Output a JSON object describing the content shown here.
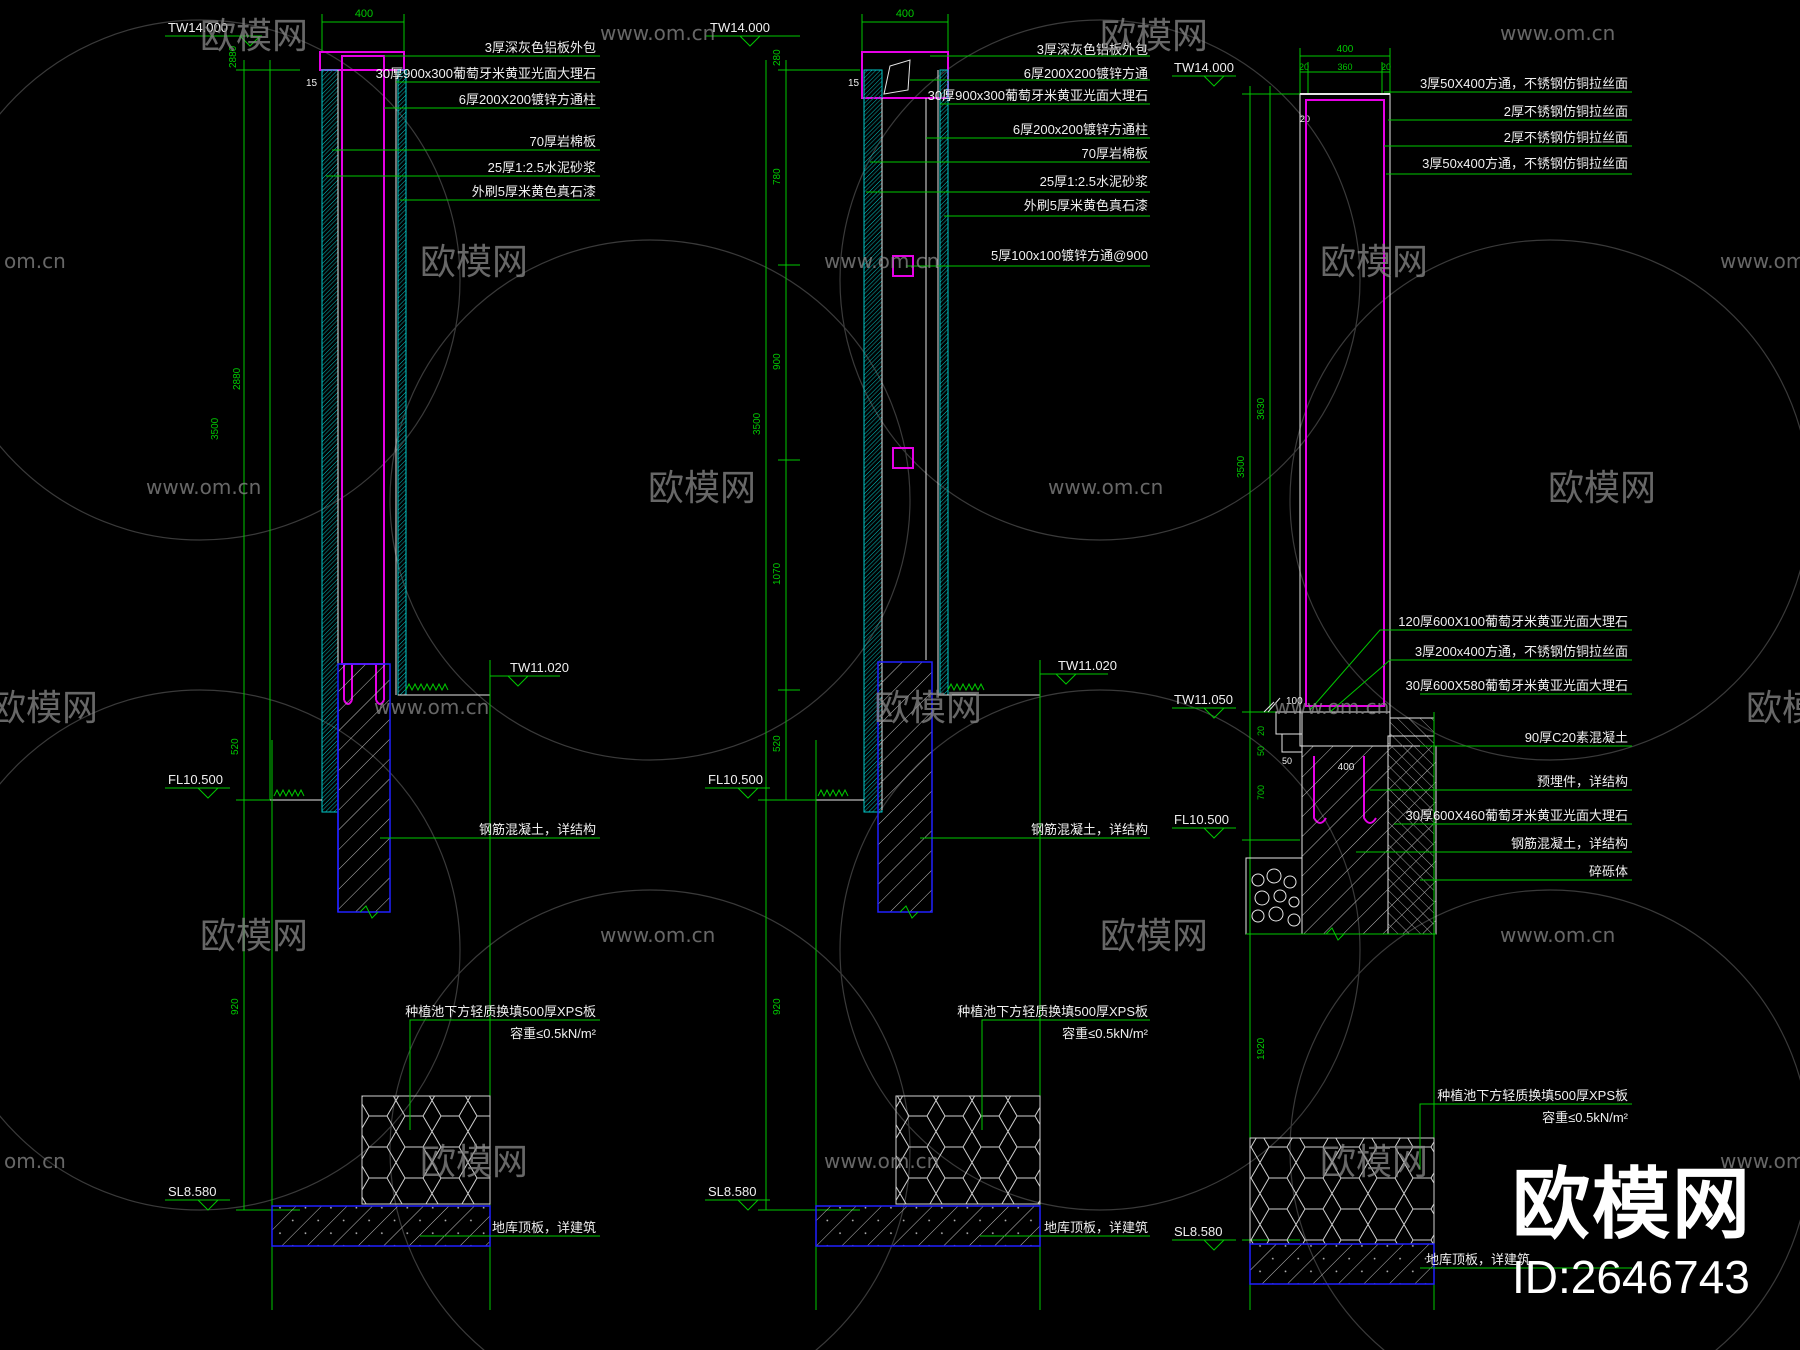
{
  "colors": {
    "background": "#000000",
    "dim_line": "#00c800",
    "section_white": "#e6e6e6",
    "cladding_magenta": "#e600e6",
    "hatch_cyan": "#00c8c8",
    "footing_blue": "#2020ff",
    "label_text": "#f0f0f0",
    "watermark": "#8a8a8a"
  },
  "watermark": {
    "logo_text": "欧模网",
    "url": "www.om.cn",
    "url_left": "om.cn",
    "logo_left": "欧模网"
  },
  "brand": {
    "name": "欧模网",
    "id": "ID:2646743"
  },
  "section_a": {
    "top_level": "TW14.000",
    "top_width": "400",
    "side_dim": "15",
    "left_dims": [
      "2880",
      "2880",
      "3500",
      "520",
      "920"
    ],
    "ground_level": "TW11.020",
    "floor_level": "FL10.500",
    "base_level": "SL8.580",
    "labels": [
      "3厚深灰色铝板外包",
      "30厚900x300葡萄牙米黄亚光面大理石",
      "6厚200X200镀锌方通柱",
      "70厚岩棉板",
      "25厚1:2.5水泥砂浆",
      "外刷5厚米黄色真石漆"
    ],
    "footing_label": "钢筋混凝土，详结构",
    "xps_label_1": "种植池下方轻质换填500厚XPS板",
    "xps_label_2": "容重≤0.5kN/m²",
    "slab_label": "地库顶板，详建筑"
  },
  "section_b": {
    "top_level": "TW14.000",
    "top_width": "400",
    "side_dim": "15",
    "left_dims": [
      "280",
      "780",
      "900",
      "3500",
      "1070",
      "520",
      "920"
    ],
    "ground_level": "TW11.020",
    "floor_level": "FL10.500",
    "base_level": "SL8.580",
    "labels": [
      "3厚深灰色铝板外包",
      "6厚200X200镀锌方通",
      "30厚900x300葡萄牙米黄亚光面大理石",
      "6厚200x200镀锌方通柱",
      "70厚岩棉板",
      "25厚1:2.5水泥砂浆",
      "外刷5厚米黄色真石漆",
      "5厚100x100镀锌方通@900"
    ],
    "footing_label": "钢筋混凝土，详结构",
    "xps_label_1": "种植池下方轻质换填500厚XPS板",
    "xps_label_2": "容重≤0.5kN/m²",
    "slab_label": "地库顶板，详建筑"
  },
  "section_c": {
    "top_level": "TW14.000",
    "top_dims": [
      "20",
      "360",
      "20"
    ],
    "top_width": "400",
    "side_dim": "20",
    "left_dims": [
      "3630",
      "3500",
      "20",
      "50",
      "700",
      "1920"
    ],
    "ground_level": "TW11.050",
    "floor_level": "FL10.500",
    "base_level": "SL8.580",
    "bottom_dim": "400",
    "corner_dim": "100",
    "small_dim": "50",
    "labels_top": [
      "3厚50X400方通，不锈钢仿铜拉丝面",
      "2厚不锈钢仿铜拉丝面",
      "2厚不锈钢仿铜拉丝面",
      "3厚50x400方通，不锈钢仿铜拉丝面"
    ],
    "labels_bottom": [
      "120厚600X100葡萄牙米黄亚光面大理石",
      "3厚200x400方通，不锈钢仿铜拉丝面",
      "30厚600X580葡萄牙米黄亚光面大理石",
      "90厚C20素混凝土",
      "预埋件，详结构",
      "30厚600X460葡萄牙米黄亚光面大理石",
      "钢筋混凝土，详结构",
      "碎砾体"
    ],
    "xps_label_1": "种植池下方轻质换填500厚XPS板",
    "xps_label_2": "容重≤0.5kN/m²",
    "slab_label": "地库顶板，详建筑"
  }
}
